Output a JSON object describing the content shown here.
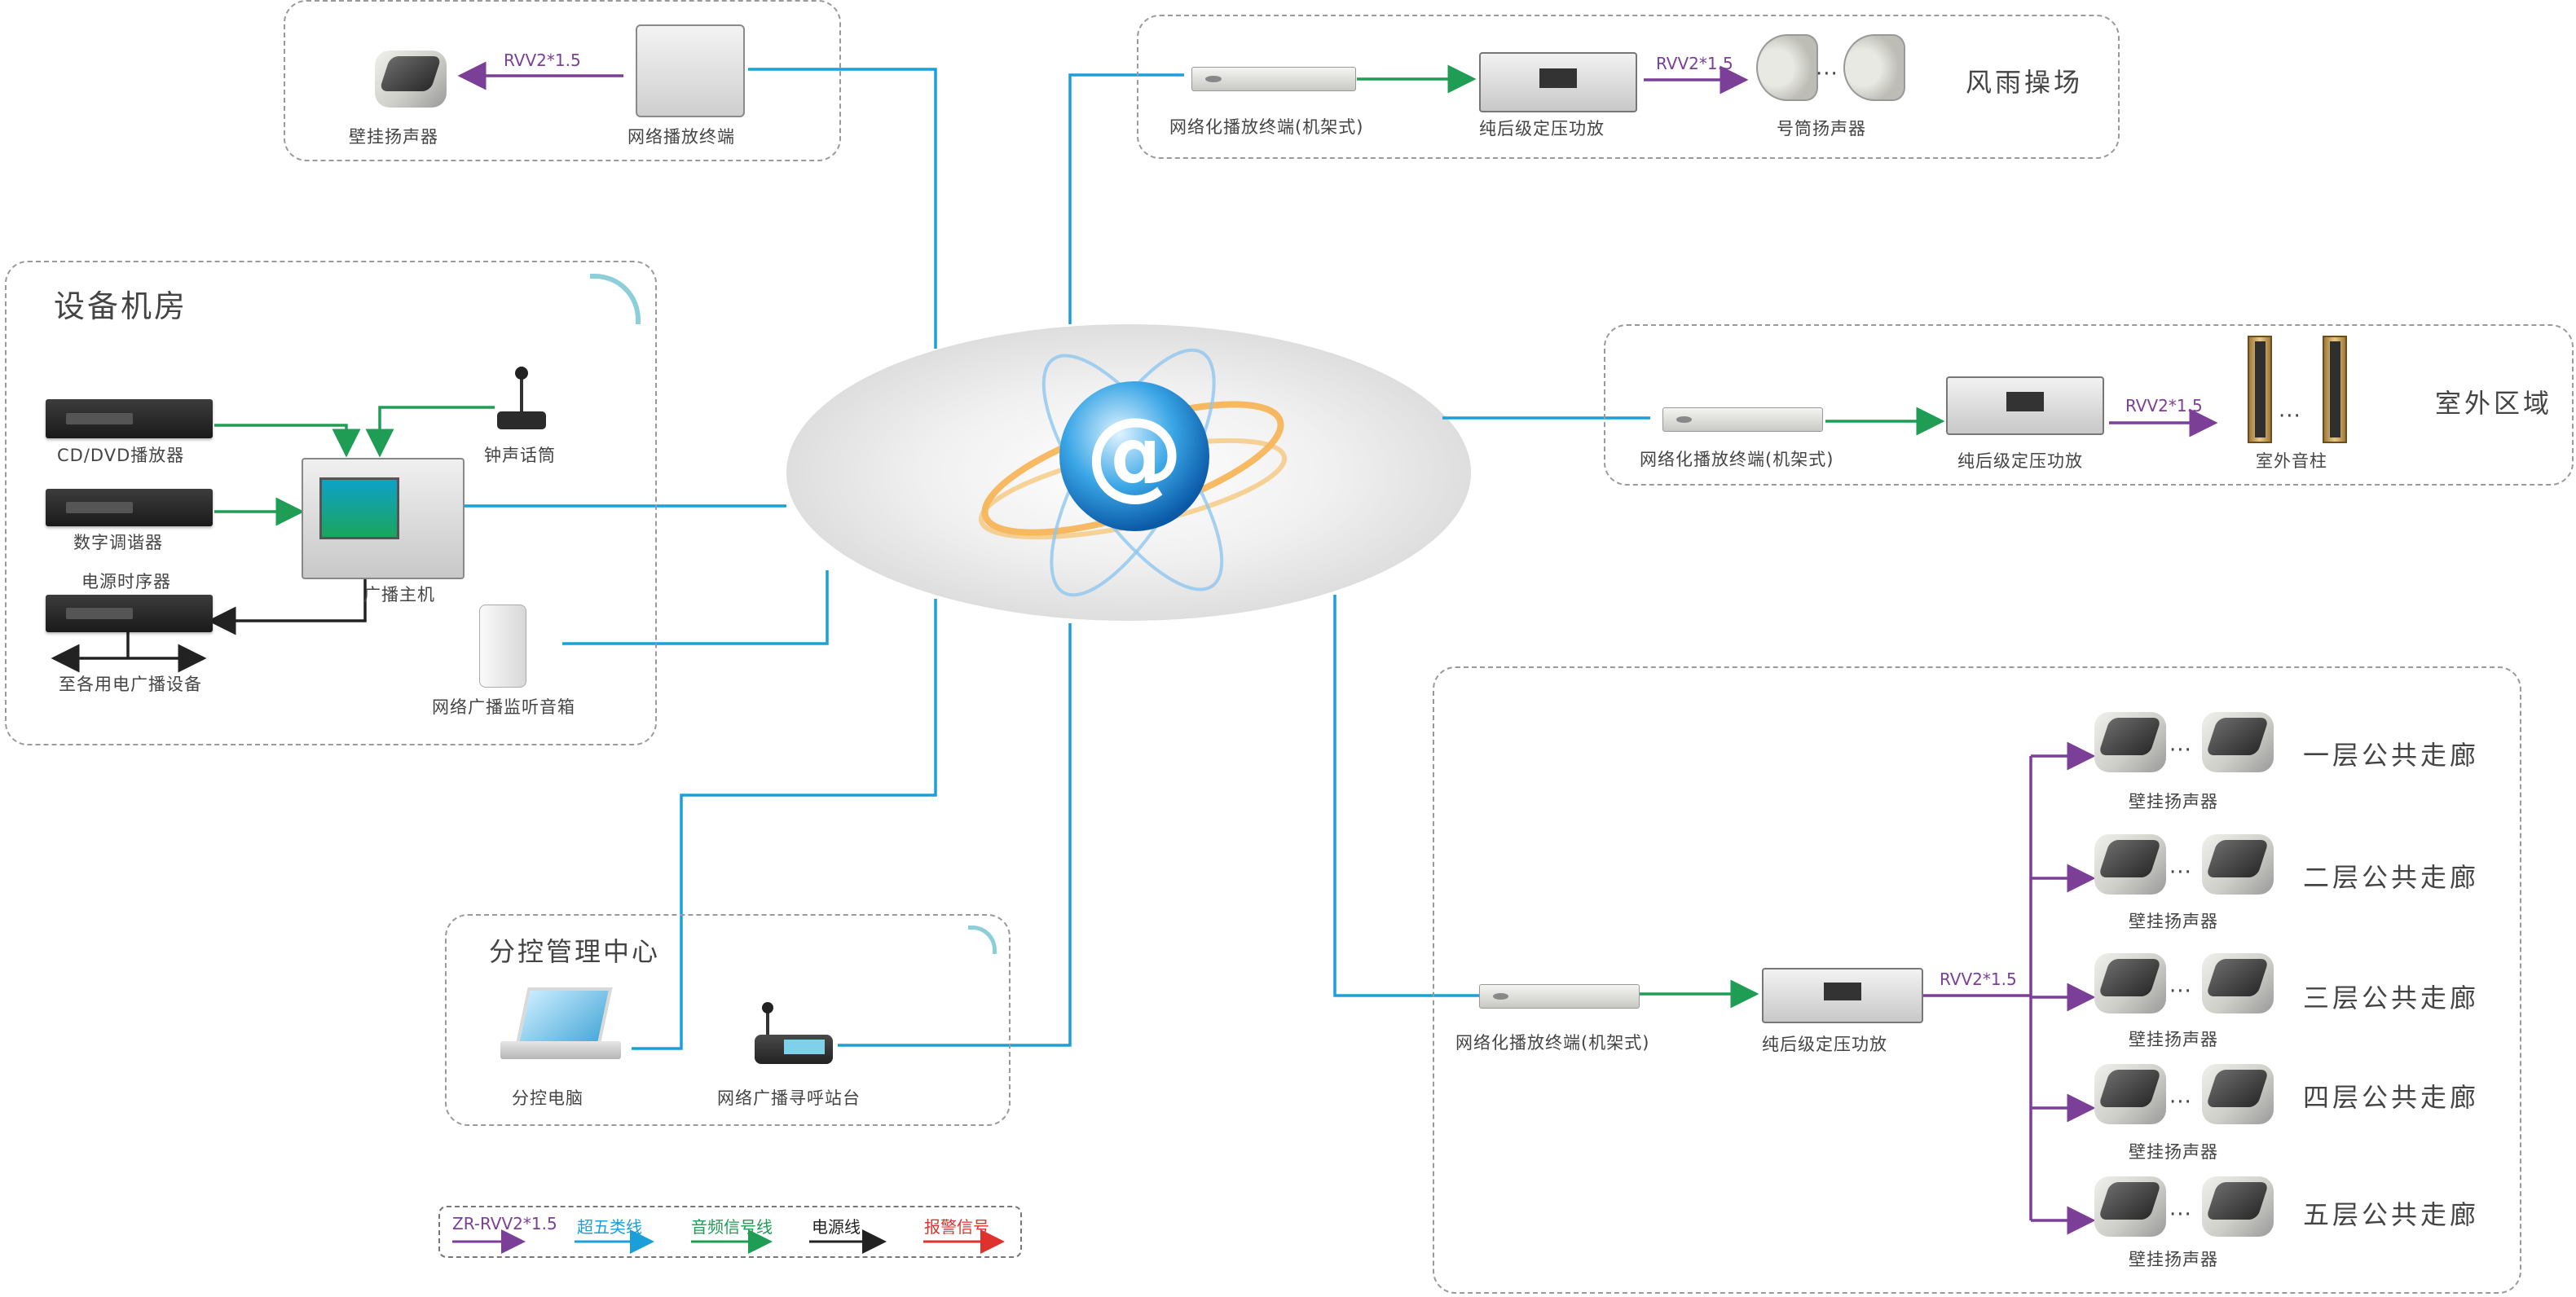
{
  "colors": {
    "cat5": "#1a9fd8",
    "audio": "#1f9d55",
    "power": "#222222",
    "rvv": "#7b3f98",
    "alarm": "#e0322d"
  },
  "top_box": {
    "device1": "壁挂扬声器",
    "device2": "网络播放终端",
    "wire": "RVV2*1.5"
  },
  "machine_room": {
    "title": "设备机房",
    "cd": "CD/DVD播放器",
    "tuner": "数字调谐器",
    "power_seq": "电源时序器",
    "backup": "至各用电广播设备",
    "host": "广播主机",
    "mic": "钟声话筒",
    "monitor": "网络广播监听音箱"
  },
  "playground": {
    "area": "风雨操场",
    "terminal": "网络化播放终端(机架式)",
    "amp": "纯后级定压功放",
    "speaker": "号筒扬声器",
    "wire": "RVV2*1.5"
  },
  "outdoor": {
    "area": "室外区域",
    "terminal": "网络化播放终端(机架式)",
    "amp": "纯后级定压功放",
    "speaker": "室外音柱",
    "wire": "RVV2*1.5"
  },
  "sub_control": {
    "title": "分控管理中心",
    "pc": "分控电脑",
    "paging": "网络广播寻呼站台"
  },
  "corridors": {
    "terminal": "网络化播放终端(机架式)",
    "amp": "纯后级定压功放",
    "wire": "RVV2*1.5",
    "speaker_label": "壁挂扬声器",
    "floors": [
      "一层公共走廊",
      "二层公共走廊",
      "三层公共走廊",
      "四层公共走廊",
      "五层公共走廊"
    ]
  },
  "ellipsis": "···",
  "legend": {
    "rvv": "ZR-RVV2*1.5",
    "cat5": "超五类线",
    "audio": "音频信号线",
    "power": "电源线",
    "alarm": "报警信号"
  }
}
